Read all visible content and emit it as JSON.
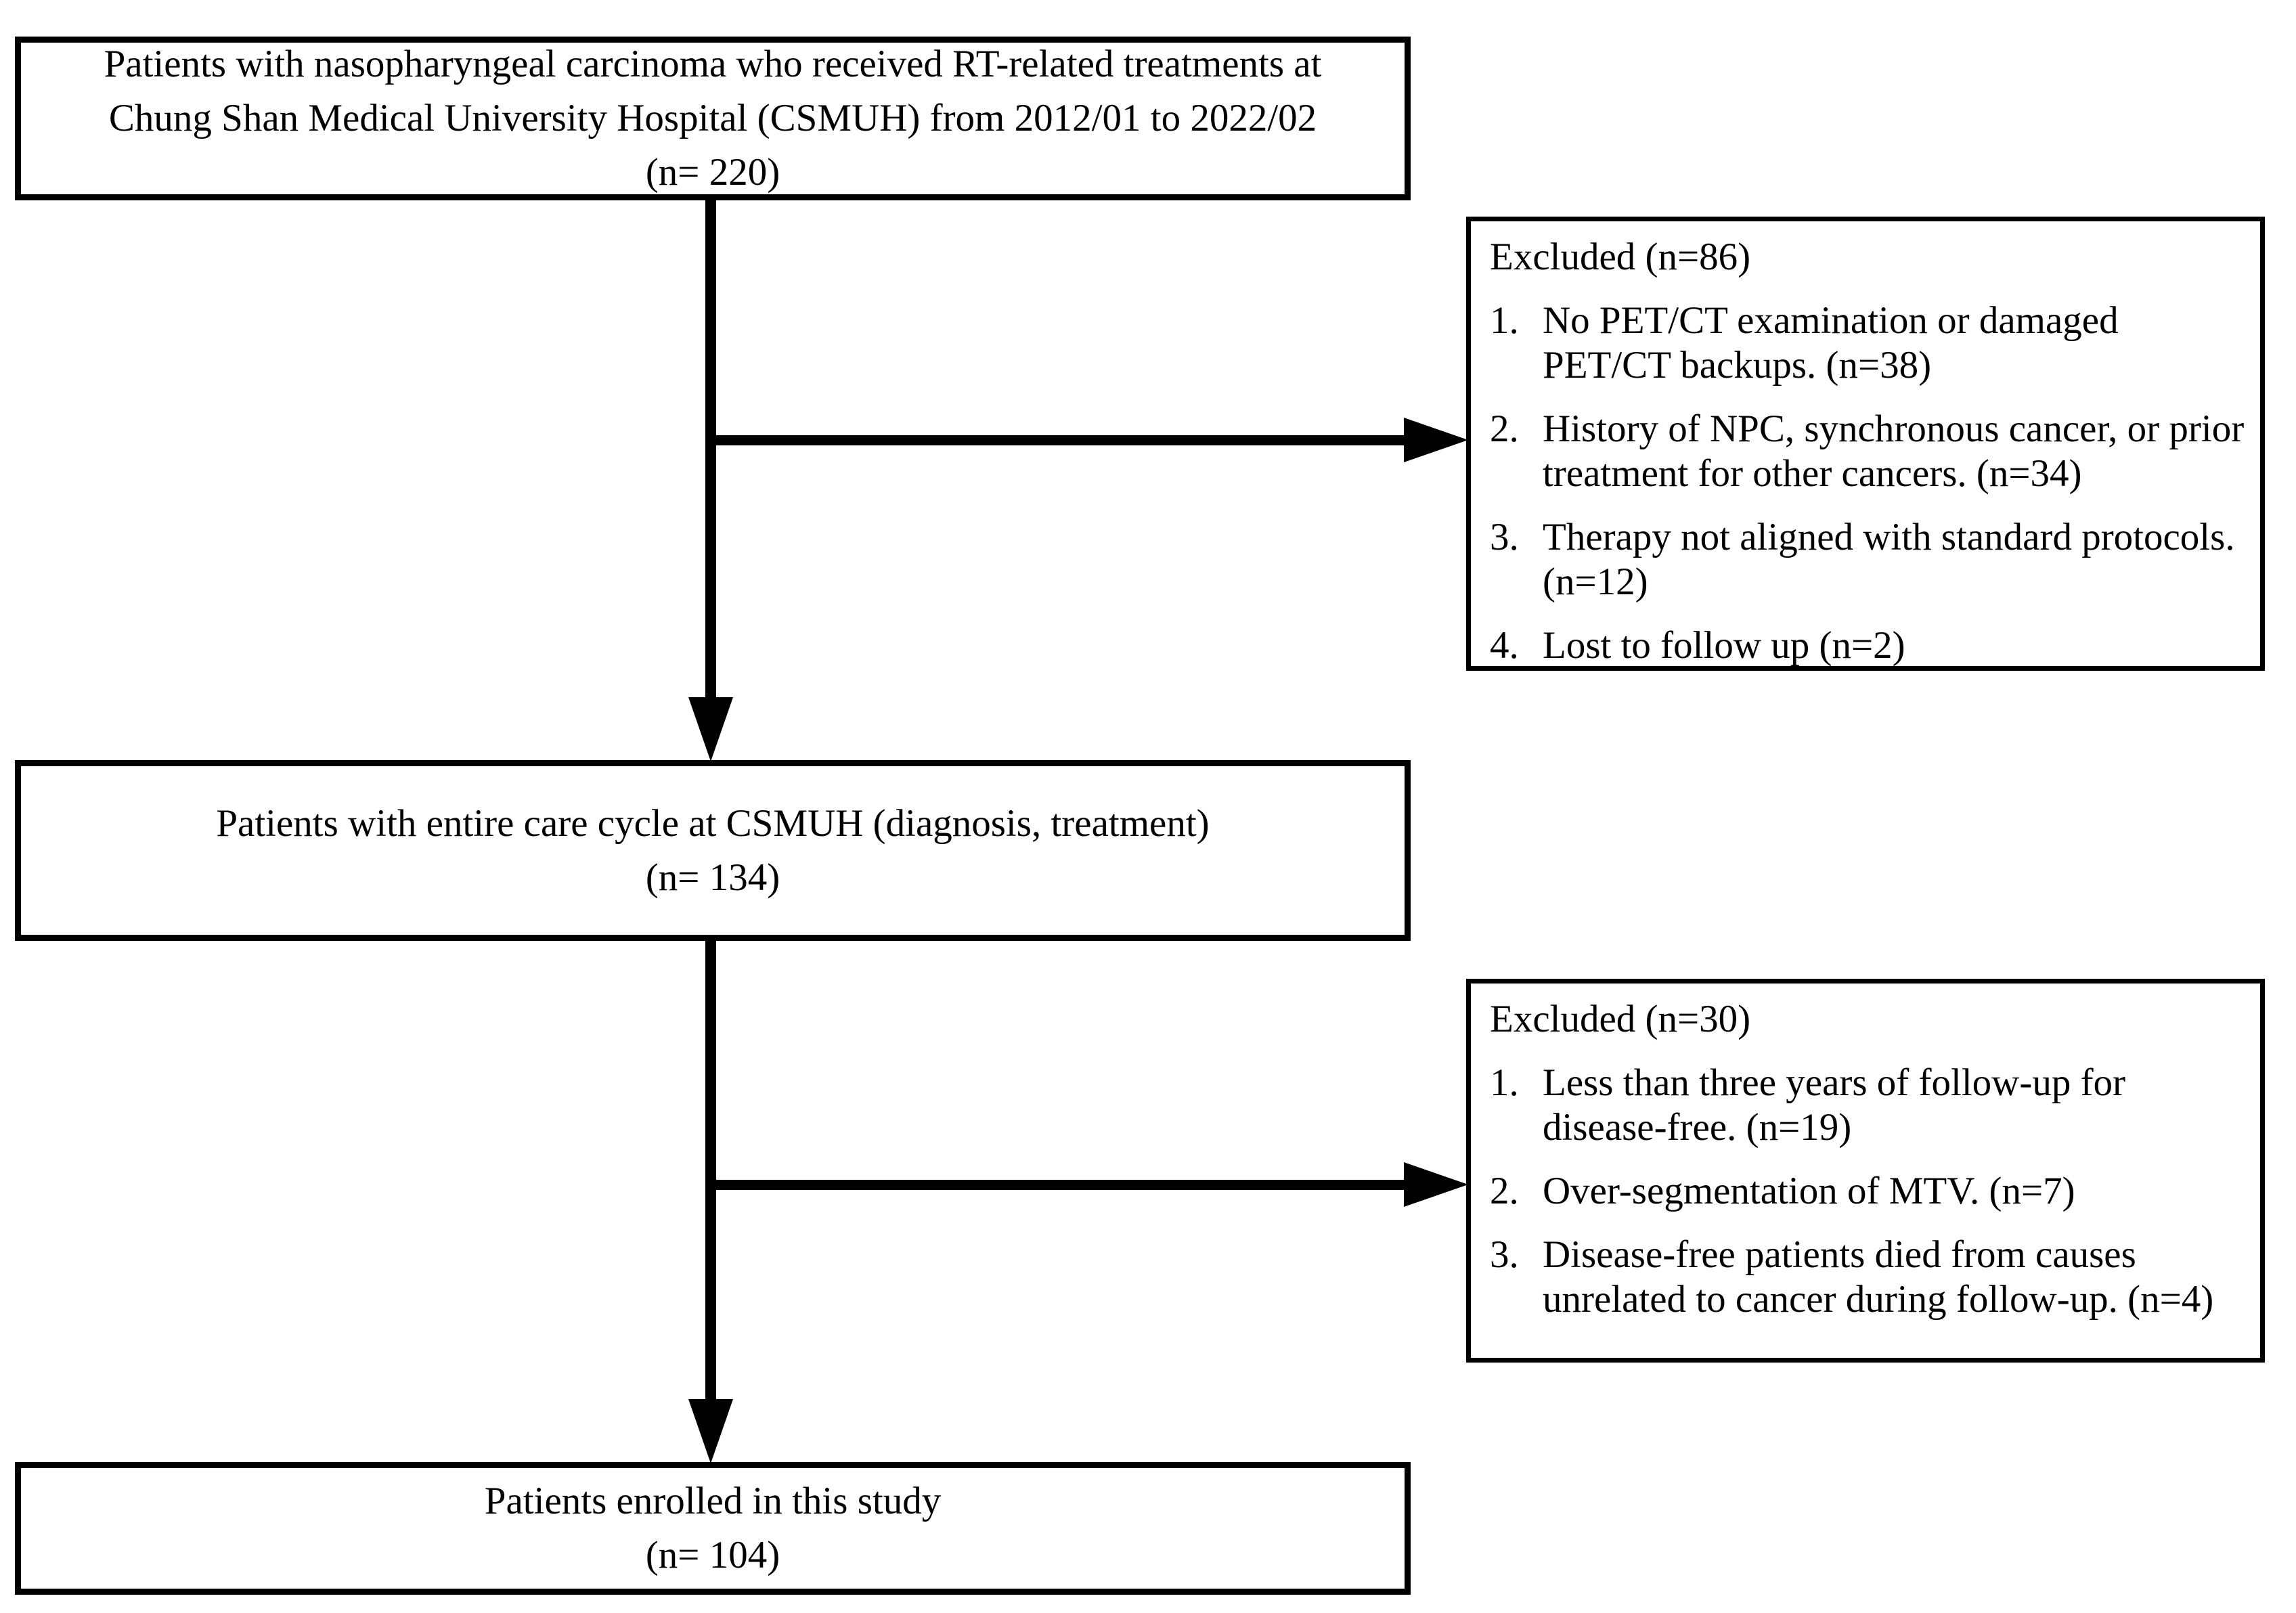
{
  "flowchart": {
    "colors": {
      "line": "#000000",
      "background": "#ffffff",
      "box_background": "#ffffff"
    },
    "boxes": {
      "initial": {
        "line1": "Patients with nasopharyngeal carcinoma who received RT-related treatments at",
        "line2": "Chung Shan Medical University Hospital (CSMUH) from 2012/01 to 2022/02",
        "line3": "(n= 220)"
      },
      "care_cycle": {
        "line1": "Patients with entire care cycle at CSMUH (diagnosis, treatment)",
        "line2": "(n= 134)"
      },
      "enrolled": {
        "line1": "Patients enrolled in this study",
        "line2": "(n= 104)"
      }
    },
    "exclusions": [
      {
        "title": "Excluded (n=86)",
        "items": [
          {
            "num": "1.",
            "text": "No PET/CT examination or damaged PET/CT backups. (n=38)"
          },
          {
            "num": "2.",
            "text": "History of NPC, synchronous cancer, or prior treatment for other cancers. (n=34)"
          },
          {
            "num": "3.",
            "text": "Therapy not aligned with standard protocols. (n=12)"
          },
          {
            "num": "4.",
            "text": "Lost to follow up (n=2)"
          }
        ]
      },
      {
        "title": "Excluded (n=30)",
        "items": [
          {
            "num": "1.",
            "text": "Less than three years of follow-up for disease-free. (n=19)"
          },
          {
            "num": "2.",
            "text": "Over-segmentation of MTV. (n=7)"
          },
          {
            "num": "3.",
            "text": "Disease-free patients died from causes unrelated to cancer during follow-up. (n=4)"
          }
        ]
      }
    ]
  }
}
